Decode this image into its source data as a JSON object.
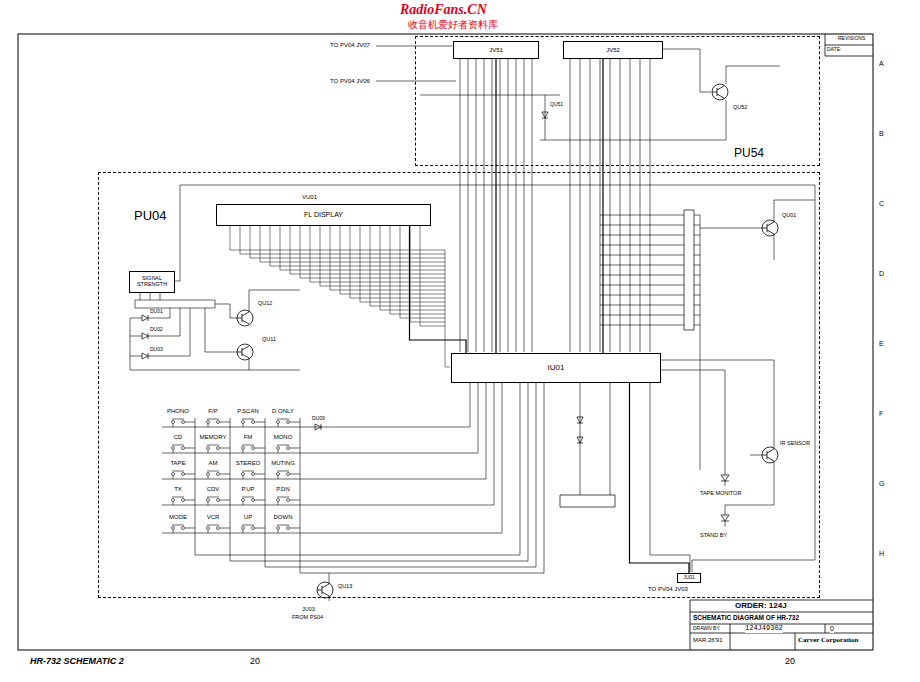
{
  "diagram": {
    "nodes": [
      {
        "text": [
          "PU54"
        ]
      },
      {
        "text": [
          "JV51"
        ],
        "in": 0
      },
      {
        "text": [
          "JV52"
        ],
        "in": 0
      },
      {
        "text": [
          "PU04"
        ]
      },
      {
        "text": [
          "VU01",
          "FL DISPLAY"
        ],
        "in": 3
      },
      {
        "text": [
          "SIGNAL STRENGTH"
        ],
        "in": 3
      },
      {
        "text": [
          "IU01"
        ],
        "in": 3
      },
      {
        "text": [
          "JU01"
        ],
        "in": 3
      }
    ],
    "edges": [
      {
        "from": 1,
        "to": 6,
        "arrow": "none"
      },
      {
        "from": 2,
        "to": 6,
        "arrow": "none"
      },
      {
        "from": 4,
        "to": 6,
        "arrow": "none"
      },
      {
        "from": 6,
        "to": 7,
        "arrow": "none"
      }
    ],
    "labels": [
      "RadioFans.CN",
      "收音机爱好者资料库",
      "TO PV04 JV07",
      "TO PV04 JV06",
      "REVISIONS",
      "DATE:",
      "QU52",
      "QU51",
      "QU12",
      "QU11",
      "QU13",
      "DU01",
      "DU02",
      "DU03",
      "PHONO",
      "F/P",
      "P.SCAN",
      "D ONLY",
      "CD",
      "MEMORY",
      "FM",
      "MONO",
      "TAPE",
      "AM",
      "STEREO",
      "MUTING",
      "TX",
      "CDV",
      "P.UP",
      "P.DN",
      "MODE",
      "VCR",
      "UP",
      "DOWN",
      "DU09",
      "TAPE MONITOR",
      "IR SENSOR",
      "STAND BY",
      "QU01",
      "TO PV04 JV03",
      "JU03",
      "FROM PS04",
      "ORDER: 124J",
      "SCHEMATIC DIAGRAM OF HR-732",
      "DRAWN BY",
      "124J49302",
      "0",
      "MAR.26'91",
      "Carver Corporation",
      "HR-732 SCHEMATIC 2",
      "20",
      "20",
      "A",
      "B",
      "C",
      "D",
      "E",
      "F",
      "G",
      "H"
    ]
  }
}
